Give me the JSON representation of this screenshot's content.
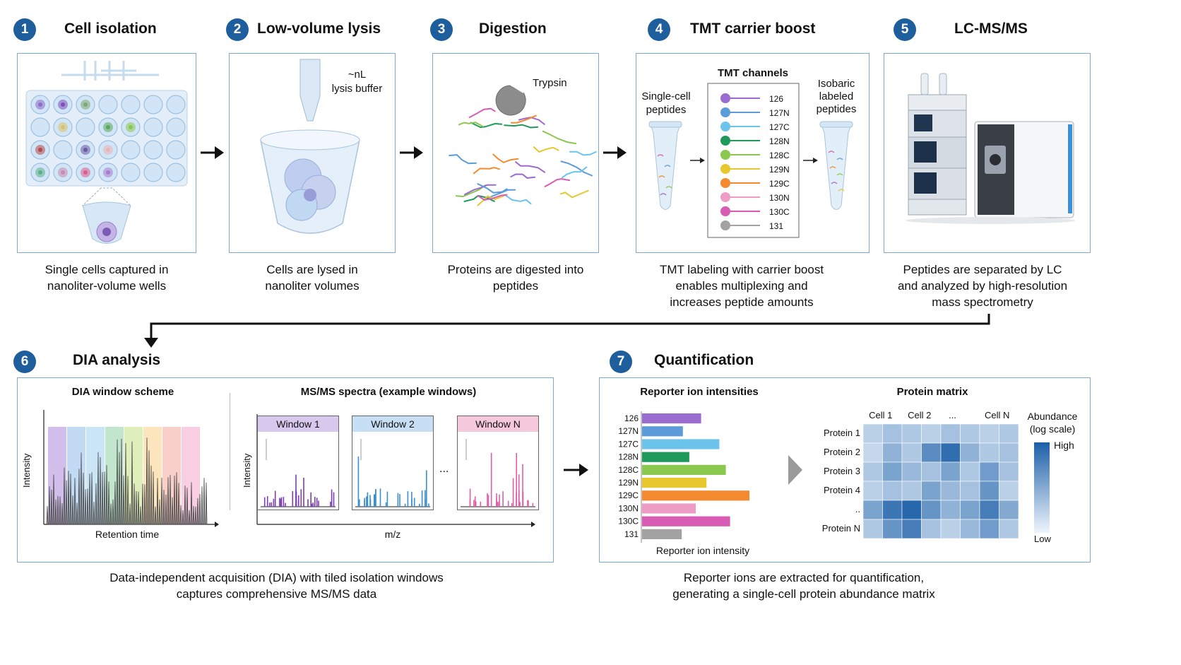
{
  "steps": [
    {
      "num": "1",
      "title": "Cell isolation",
      "caption": [
        "Single cells captured in",
        "nanoliter-volume wells"
      ]
    },
    {
      "num": "2",
      "title": "Low-volume lysis",
      "caption": [
        "Cells are lysed in",
        "nanoliter volumes"
      ],
      "label": [
        "~nL",
        "lysis buffer"
      ]
    },
    {
      "num": "3",
      "title": "Digestion",
      "caption": [
        "Proteins are digested into",
        "peptides"
      ],
      "label": "Trypsin"
    },
    {
      "num": "4",
      "title": "TMT carrier boost",
      "caption": [
        "TMT labeling with carrier boost",
        "enables multiplexing and",
        "increases peptide amounts"
      ],
      "left_label": [
        "Single-cell",
        "peptides"
      ],
      "right_label": [
        "Isobaric",
        "labeled",
        "peptides"
      ],
      "channels_title": "TMT channels"
    },
    {
      "num": "5",
      "title": "LC-MS/MS",
      "caption": [
        "Peptides are separated by LC",
        "and analyzed by high-resolution",
        "mass spectrometry"
      ]
    },
    {
      "num": "6",
      "title": "DIA analysis",
      "caption": [
        "Data-independent acquisition (DIA) with tiled isolation windows",
        "captures comprehensive MS/MS data"
      ]
    },
    {
      "num": "7",
      "title": "Quantification",
      "caption": [
        "Reporter ions are extracted for quantification,",
        "generating a single-cell protein abundance matrix"
      ]
    }
  ],
  "tmt_channels": [
    {
      "name": "126",
      "color": "#9b6ccf"
    },
    {
      "name": "127N",
      "color": "#5b9bd9"
    },
    {
      "name": "127C",
      "color": "#6cc4ec"
    },
    {
      "name": "128N",
      "color": "#1f9a5a"
    },
    {
      "name": "128C",
      "color": "#8bc84f"
    },
    {
      "name": "129N",
      "color": "#e6c82e"
    },
    {
      "name": "129C",
      "color": "#f38a2f"
    },
    {
      "name": "130N",
      "color": "#ee9cc6"
    },
    {
      "name": "130C",
      "color": "#d85cb4"
    },
    {
      "name": "131",
      "color": "#a2a2a2"
    }
  ],
  "dia": {
    "scheme_title": "DIA window scheme",
    "scheme_xlabel": "Retention time",
    "scheme_ylabel": "Intensity",
    "window_colors": [
      "#c9b3e6",
      "#b9d4f2",
      "#bfe0f4",
      "#b6e0c4",
      "#d9ecb0",
      "#fbe0b0",
      "#f8c7c0",
      "#f6c6dd"
    ],
    "spectra_title": "MS/MS spectra (example windows)",
    "spectra_ylabel": "Intensity",
    "spectra_xlabel": "m/z",
    "ellipsis": "...",
    "windows": [
      {
        "label": "Window 1",
        "header_color": "#d8c8ee",
        "peak_color": "#7b3fae"
      },
      {
        "label": "Window 2",
        "header_color": "#c7dff4",
        "peak_color": "#3a8fd0"
      },
      {
        "label": "Window N",
        "header_color": "#f6c8dc",
        "peak_color": "#de5fa6"
      }
    ]
  },
  "reporter": {
    "title": "Reporter ion intensities",
    "xlabel": "Reporter ion intensity"
  },
  "chart_data": {
    "type": "bar",
    "categories": [
      "126",
      "127N",
      "127C",
      "128N",
      "128C",
      "129N",
      "129C",
      "130N",
      "130C",
      "131"
    ],
    "values": [
      0.55,
      0.38,
      0.72,
      0.44,
      0.78,
      0.6,
      1.0,
      0.5,
      0.82,
      0.37
    ],
    "colors": [
      "#9b6ccf",
      "#5b9bd9",
      "#6cc4ec",
      "#1f9a5a",
      "#8bc84f",
      "#e6c82e",
      "#f38a2f",
      "#ee9cc6",
      "#d85cb4",
      "#a2a2a2"
    ],
    "orientation": "horizontal",
    "title": "Reporter ion intensities",
    "xlabel": "Reporter ion intensity",
    "ylabel": ""
  },
  "matrix": {
    "title": "Protein matrix",
    "columns": [
      "Cell 1",
      "Cell 2",
      "...",
      "Cell N"
    ],
    "rows": [
      "Protein 1",
      "Protein 2",
      "Protein 3",
      "Protein 4",
      "..",
      "Protein N"
    ],
    "legend_title": [
      "Abundance",
      "(log scale)"
    ],
    "legend_high": "High",
    "legend_low": "Low",
    "values": [
      [
        0.25,
        0.35,
        0.3,
        0.25,
        0.35,
        0.3,
        0.25,
        0.3
      ],
      [
        0.2,
        0.45,
        0.3,
        0.7,
        0.9,
        0.45,
        0.3,
        0.35
      ],
      [
        0.3,
        0.55,
        0.4,
        0.35,
        0.55,
        0.3,
        0.6,
        0.35
      ],
      [
        0.25,
        0.35,
        0.3,
        0.55,
        0.4,
        0.35,
        0.65,
        0.25
      ],
      [
        0.55,
        0.85,
        0.95,
        0.65,
        0.45,
        0.55,
        0.8,
        0.5
      ],
      [
        0.3,
        0.65,
        0.8,
        0.35,
        0.25,
        0.4,
        0.6,
        0.3
      ]
    ]
  }
}
